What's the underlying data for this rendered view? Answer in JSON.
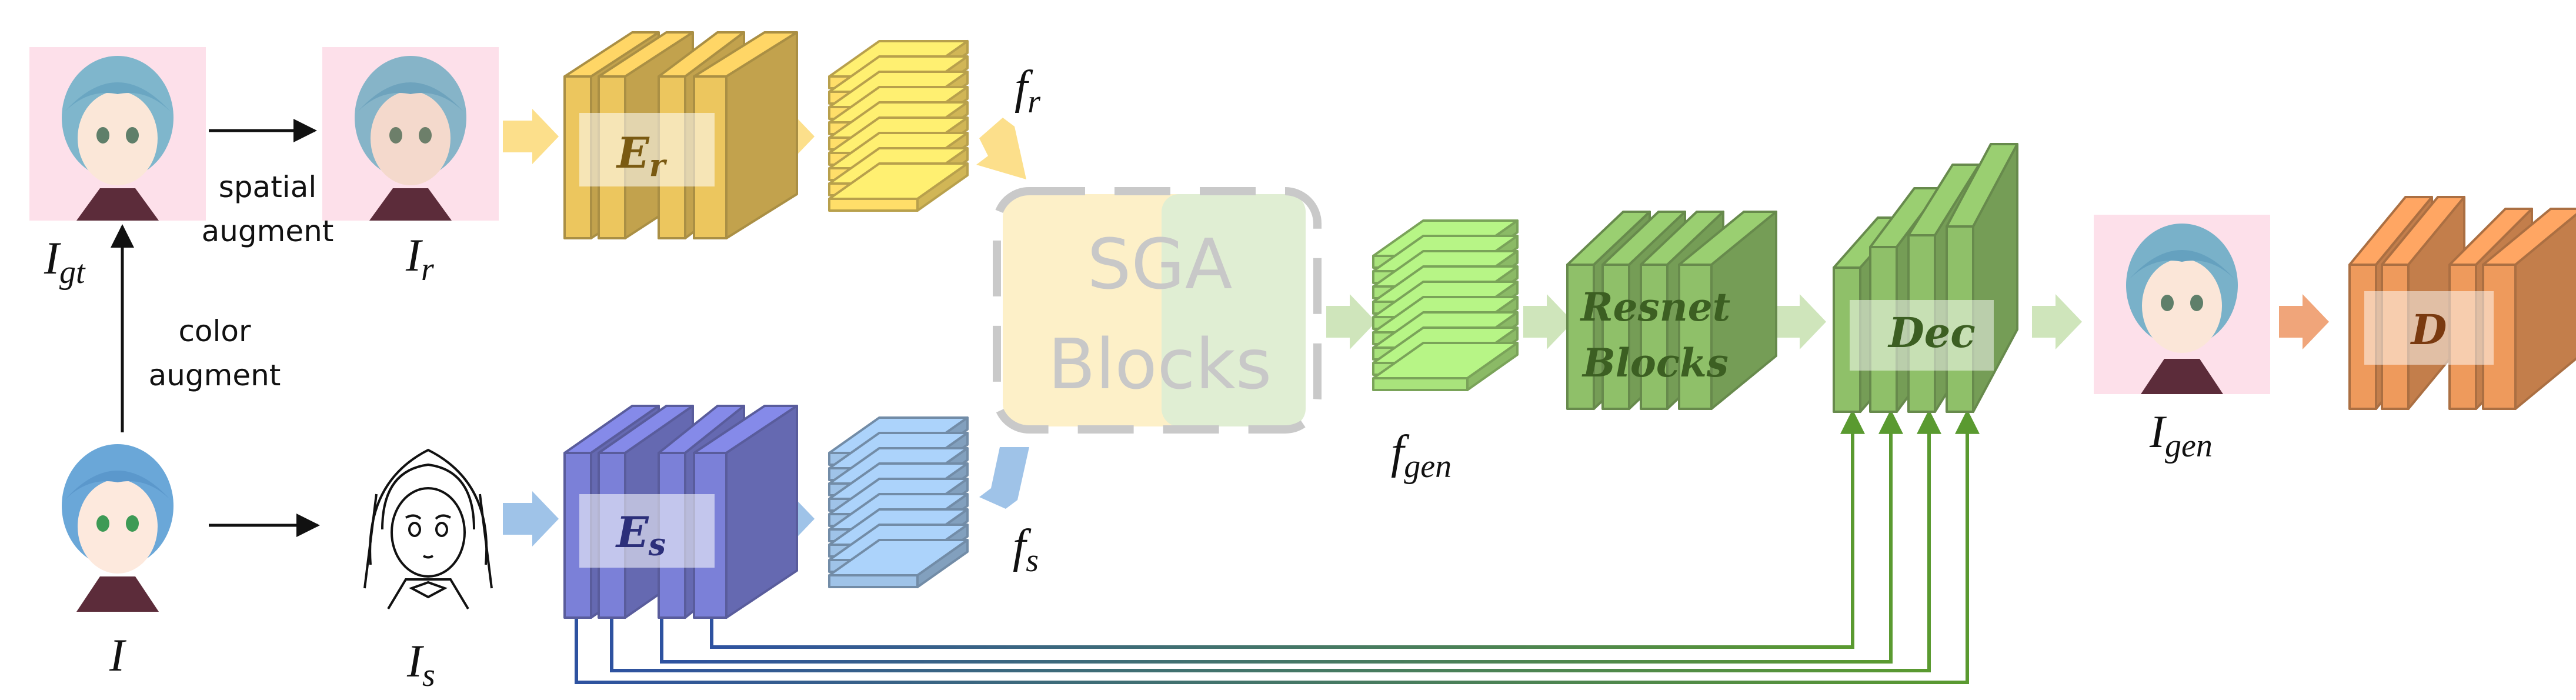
{
  "colors": {
    "ref_encoder": "#ecc65e",
    "sketch_encoder": "#7b80d8",
    "generator": "#8fc069",
    "discriminator": "#ee9a5c",
    "sga_left": "#fdf0c8",
    "sga_right": "#e0eed3",
    "ref_arrow": "#fcdf8b",
    "sketch_arrow": "#9fc3e8",
    "gen_arrow": "#cfe5bb",
    "disc_arrow": "#f0a57a",
    "skip_start": "#2e52a0",
    "skip_end": "#5a9a30"
  },
  "images": {
    "ground_truth": {
      "label_main": "I",
      "label_sub": "gt",
      "icon": "anime-girl-portrait-pink-background"
    },
    "reference": {
      "label_main": "I",
      "label_sub": "r",
      "icon": "anime-girl-portrait-augmented"
    },
    "input": {
      "label_main": "I",
      "label_sub": "",
      "icon": "anime-girl-portrait-white-background"
    },
    "sketch": {
      "label_main": "I",
      "label_sub": "s",
      "icon": "anime-girl-line-sketch"
    },
    "generated": {
      "label_main": "I",
      "label_sub": "gen",
      "icon": "anime-girl-portrait-generated"
    }
  },
  "augment_labels": {
    "spatial_line1": "spatial",
    "spatial_line2": "augment",
    "color_line1": "color",
    "color_line2": "augment"
  },
  "modules": {
    "ref_encoder": {
      "main": "E",
      "sub": "r"
    },
    "sketch_encoder": {
      "main": "E",
      "sub": "s"
    },
    "resnet_line1": "Resnet",
    "resnet_line2": "Blocks",
    "decoder": "Dec",
    "discriminator": "D",
    "sga_line1": "SGA",
    "sga_line2": "Blocks"
  },
  "features": {
    "ref": {
      "main": "f",
      "sub": "r"
    },
    "sketch": {
      "main": "f",
      "sub": "s"
    },
    "gen": {
      "main": "f",
      "sub": "gen"
    }
  }
}
